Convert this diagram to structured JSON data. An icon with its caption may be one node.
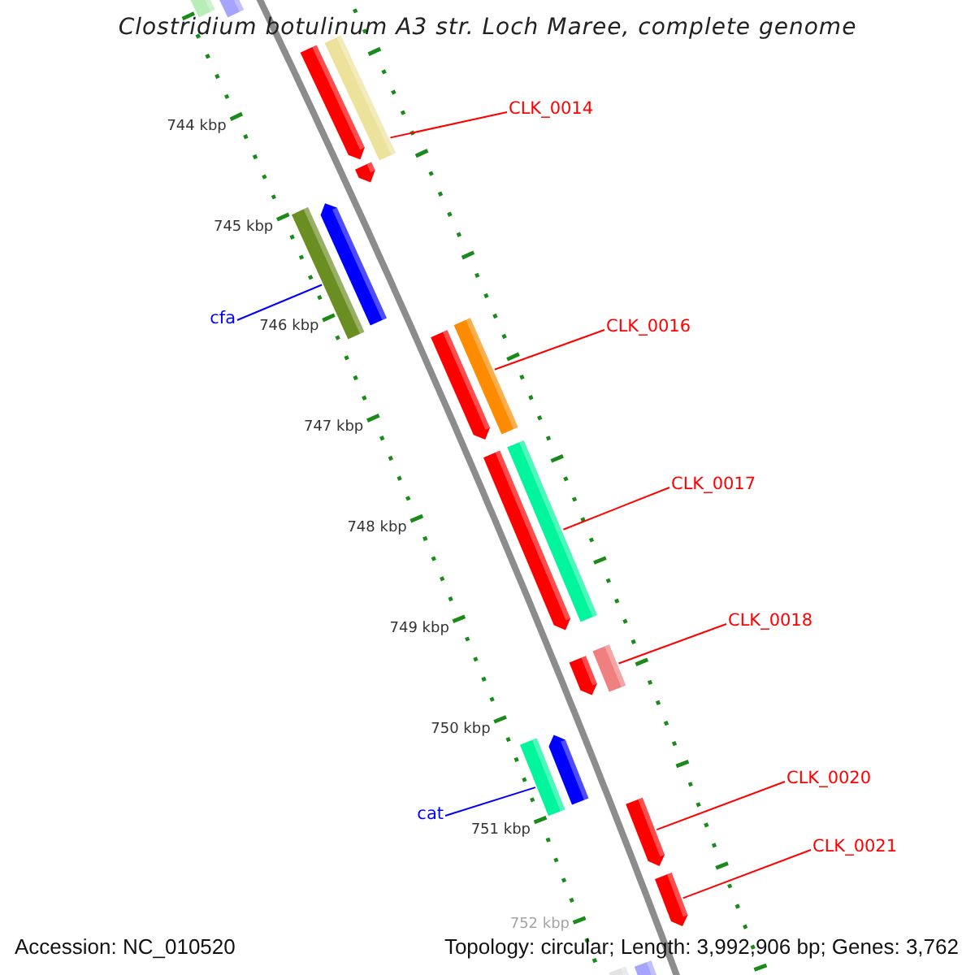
{
  "diagram": {
    "title": "Clostridium botulinum A3 str. Loch Maree, complete genome",
    "nodes": [
      {
        "text": [],
        "shape": "bar"
      },
      {
        "text": [],
        "shape": "bar"
      },
      {
        "text": [],
        "shape": "pentagon"
      },
      {
        "text": [],
        "shape": "bar"
      },
      {
        "text": [
          "CLK_0014"
        ]
      },
      {
        "text": [],
        "shape": "pentagon"
      },
      {
        "text": [],
        "shape": "pentagon"
      },
      {
        "text": [],
        "shape": "bar"
      },
      {
        "text": [
          "cfa"
        ]
      },
      {
        "text": [],
        "shape": "pentagon"
      },
      {
        "text": [],
        "shape": "bar"
      },
      {
        "text": [
          "CLK_0016"
        ]
      },
      {
        "text": [],
        "shape": "pentagon"
      },
      {
        "text": [],
        "shape": "bar"
      },
      {
        "text": [
          "CLK_0017"
        ]
      },
      {
        "text": [],
        "shape": "pentagon"
      },
      {
        "text": [],
        "shape": "bar"
      },
      {
        "text": [
          "CLK_0018"
        ]
      },
      {
        "text": [],
        "shape": "bar"
      },
      {
        "text": [],
        "shape": "pentagon"
      },
      {
        "text": [
          "cat"
        ]
      },
      {
        "text": [],
        "shape": "pentagon"
      },
      {
        "text": [
          "CLK_0020"
        ]
      },
      {
        "text": [],
        "shape": "pentagon"
      },
      {
        "text": [
          "CLK_0021"
        ]
      },
      {
        "text": [],
        "shape": "bar"
      },
      {
        "text": [],
        "shape": "bar"
      }
    ],
    "edges": [
      {
        "from": 4,
        "to": 3,
        "arrow": "none"
      },
      {
        "from": 8,
        "to": 7,
        "arrow": "none",
        "color": "#0000ff"
      },
      {
        "from": 11,
        "to": 10,
        "arrow": "none"
      },
      {
        "from": 14,
        "to": 13,
        "arrow": "none"
      },
      {
        "from": 17,
        "to": 16,
        "arrow": "none"
      },
      {
        "from": 20,
        "to": 18,
        "arrow": "none",
        "color": "#0000ff"
      },
      {
        "from": 22,
        "to": 21,
        "arrow": "none"
      },
      {
        "from": 24,
        "to": 23,
        "arrow": "none"
      }
    ],
    "labels": [
      "744 kbp",
      "745 kbp",
      "746 kbp",
      "747 kbp",
      "748 kbp",
      "749 kbp",
      "750 kbp",
      "751 kbp",
      "752 kbp",
      "Accession: NC_010520",
      "Topology: circular; Length: 3,992,906 bp; Genes: 3,762"
    ]
  }
}
